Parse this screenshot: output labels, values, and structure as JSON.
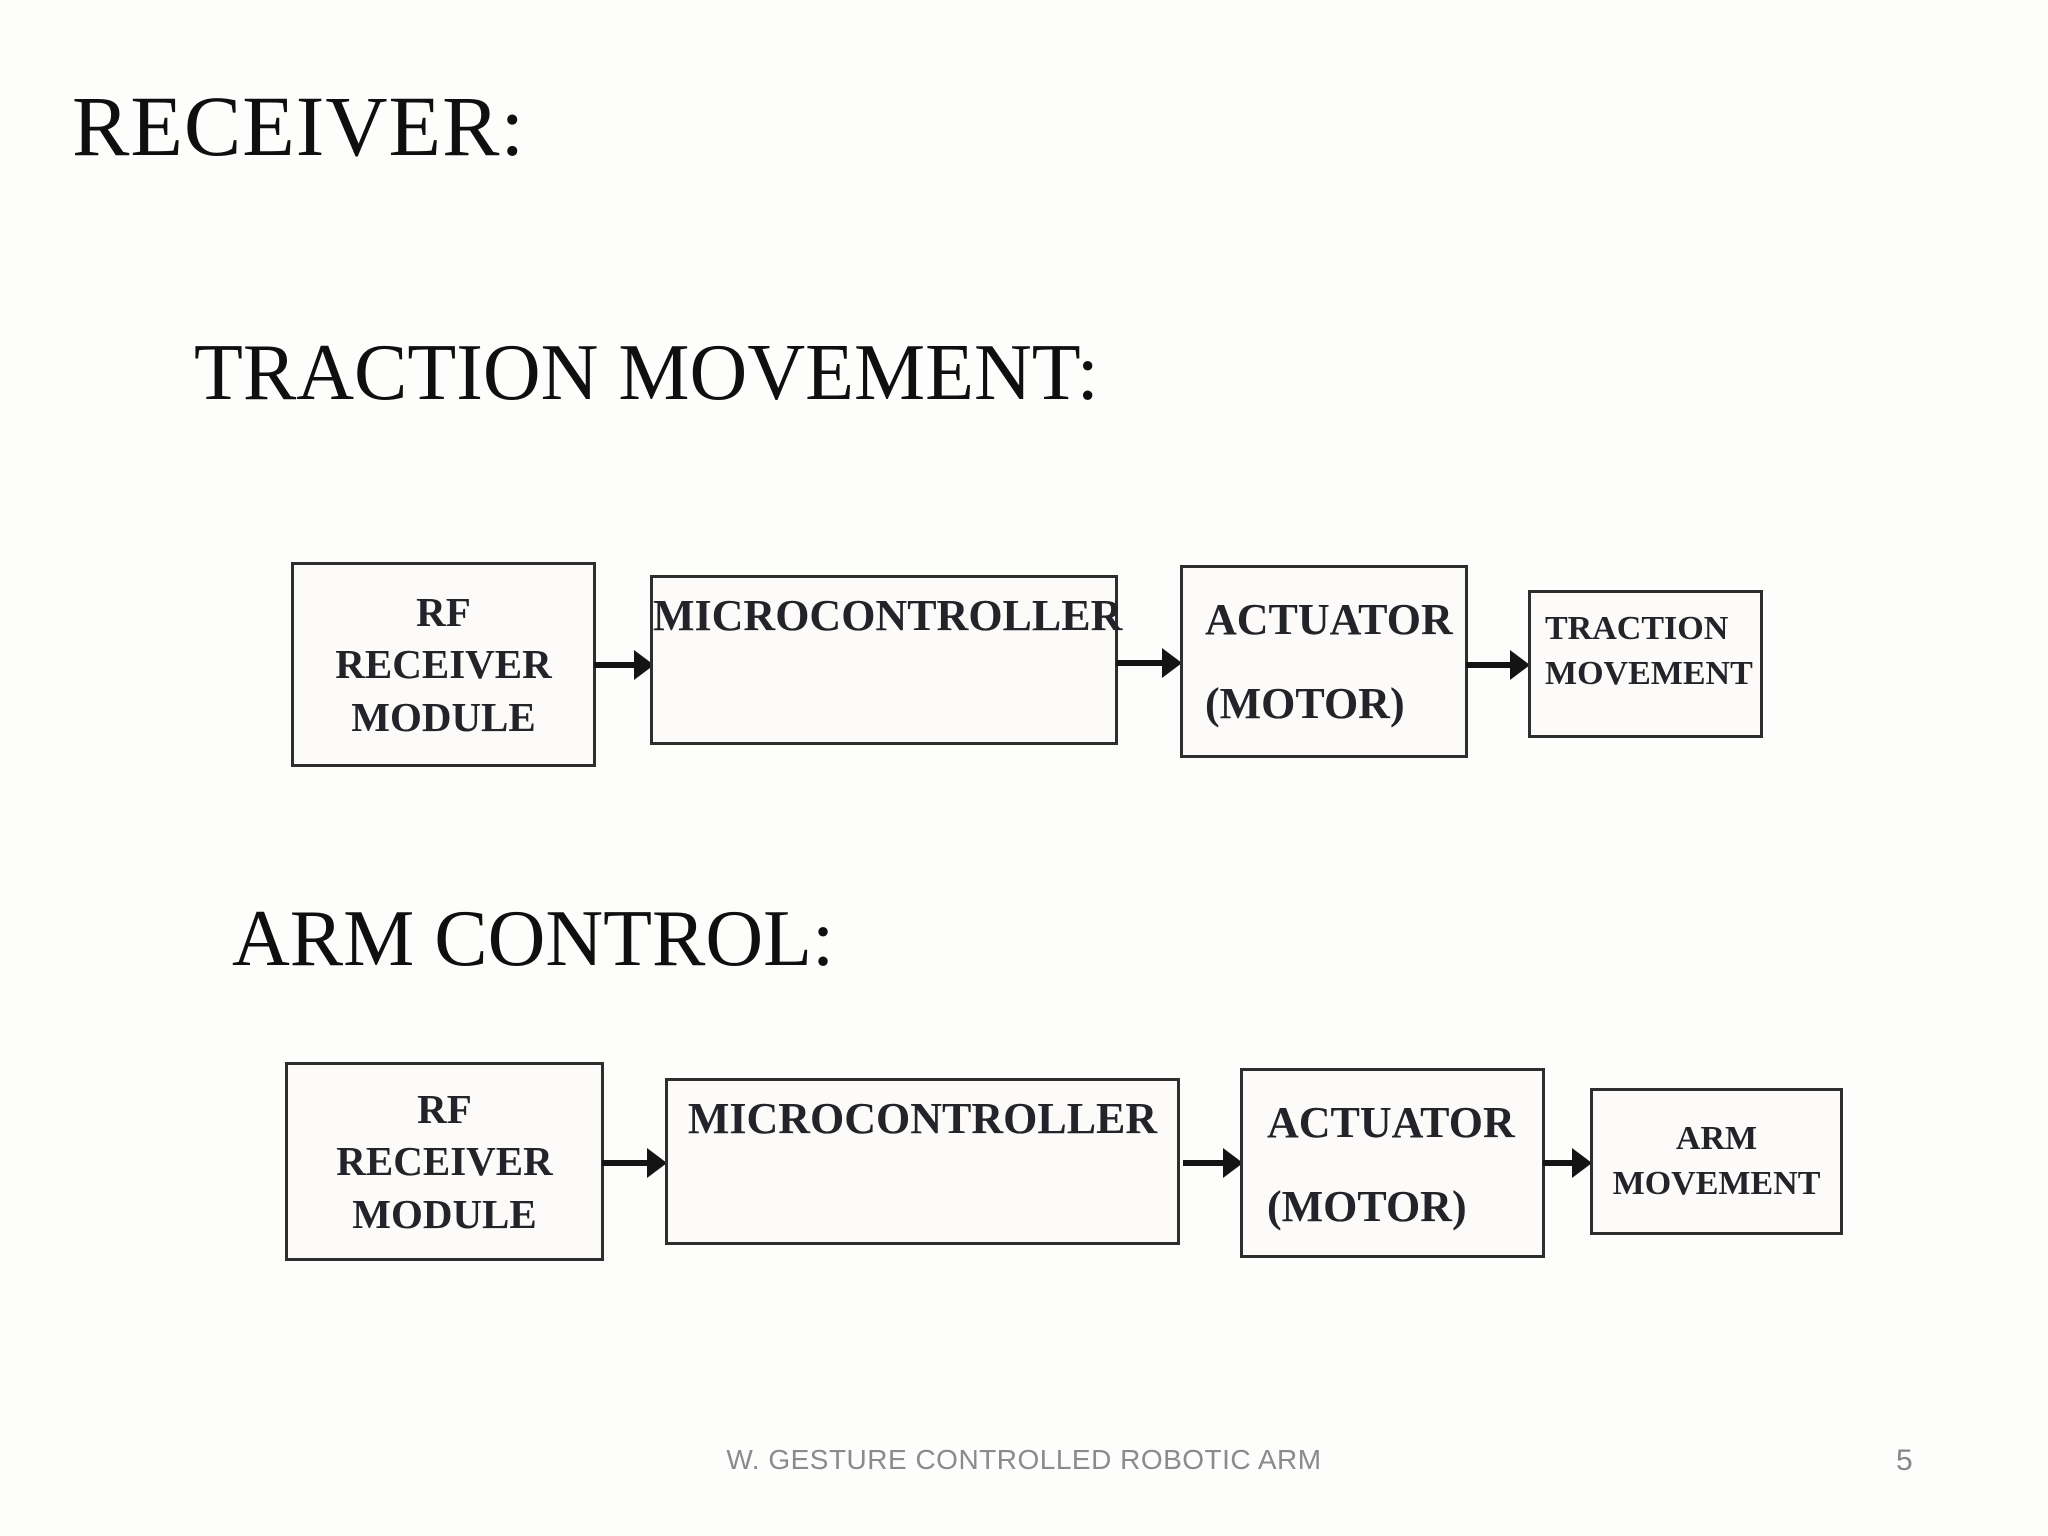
{
  "slide": {
    "title": "RECEIVER:",
    "footer": "W. GESTURE CONTROLLED ROBOTIC ARM",
    "page_number": "5"
  },
  "colors": {
    "background": "#fdfdfc",
    "heading_text": "#0f0f0f",
    "box_border": "#2e2e2e",
    "box_text": "#23232a",
    "arrow": "#141414",
    "footer_text": "#8a8a8f"
  },
  "sections": [
    {
      "heading": "TRACTION MOVEMENT:",
      "boxes": [
        {
          "name": "rf-receiver-module",
          "lines": [
            "RF",
            "RECEIVER",
            "MODULE"
          ]
        },
        {
          "name": "microcontroller",
          "lines": [
            "MICROCONTROLLER"
          ]
        },
        {
          "name": "actuator-motor",
          "lines": [
            "ACTUATOR",
            "(MOTOR)"
          ]
        },
        {
          "name": "traction-movement",
          "lines": [
            "TRACTION",
            "MOVEMENT"
          ]
        }
      ]
    },
    {
      "heading": "ARM CONTROL:",
      "boxes": [
        {
          "name": "rf-receiver-module",
          "lines": [
            "RF",
            "RECEIVER",
            "MODULE"
          ]
        },
        {
          "name": "microcontroller",
          "lines": [
            "MICROCONTROLLER"
          ]
        },
        {
          "name": "actuator-motor",
          "lines": [
            "ACTUATOR",
            "(MOTOR)"
          ]
        },
        {
          "name": "arm-movement",
          "lines": [
            "ARM",
            "MOVEMENT"
          ]
        }
      ]
    }
  ]
}
